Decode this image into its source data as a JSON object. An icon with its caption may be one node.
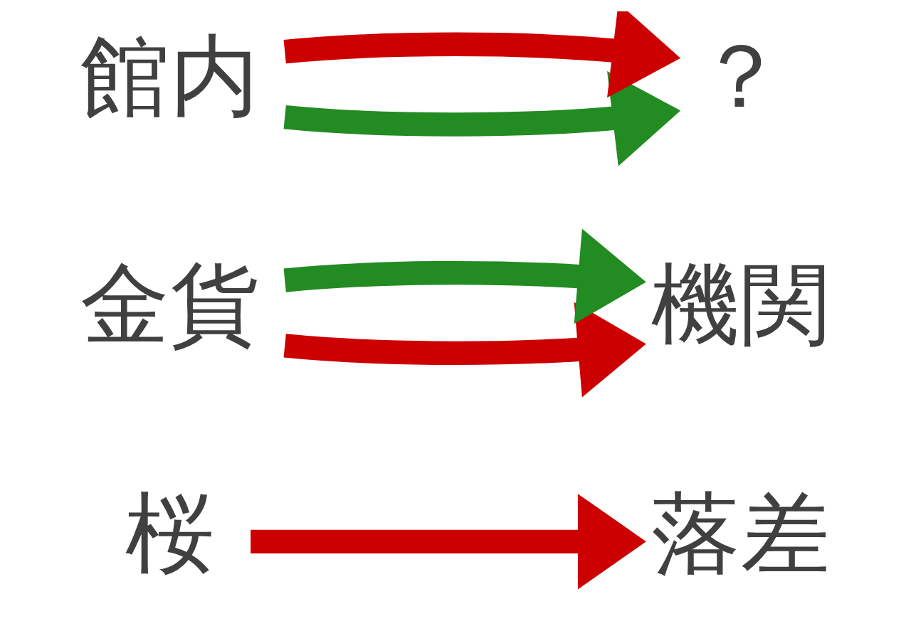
{
  "diagram": {
    "nodes": [
      {
        "text": [
          "桜"
        ]
      },
      {
        "text": [
          "落差"
        ]
      },
      {
        "text": [
          "金貨"
        ]
      },
      {
        "text": [
          "機関"
        ]
      },
      {
        "text": [
          "館内"
        ]
      },
      {
        "text": [
          "？"
        ]
      }
    ],
    "edges": [
      {
        "from": 0,
        "to": 1,
        "arrow": "to"
      },
      {
        "from": 2,
        "to": 3,
        "arrow": "to"
      },
      {
        "from": 2,
        "to": 3,
        "arrow": "to",
        "color": "#228b22"
      },
      {
        "from": 4,
        "to": 5,
        "arrow": "to",
        "color": "#228b22"
      },
      {
        "from": 4,
        "to": 5,
        "arrow": "to"
      }
    ]
  }
}
